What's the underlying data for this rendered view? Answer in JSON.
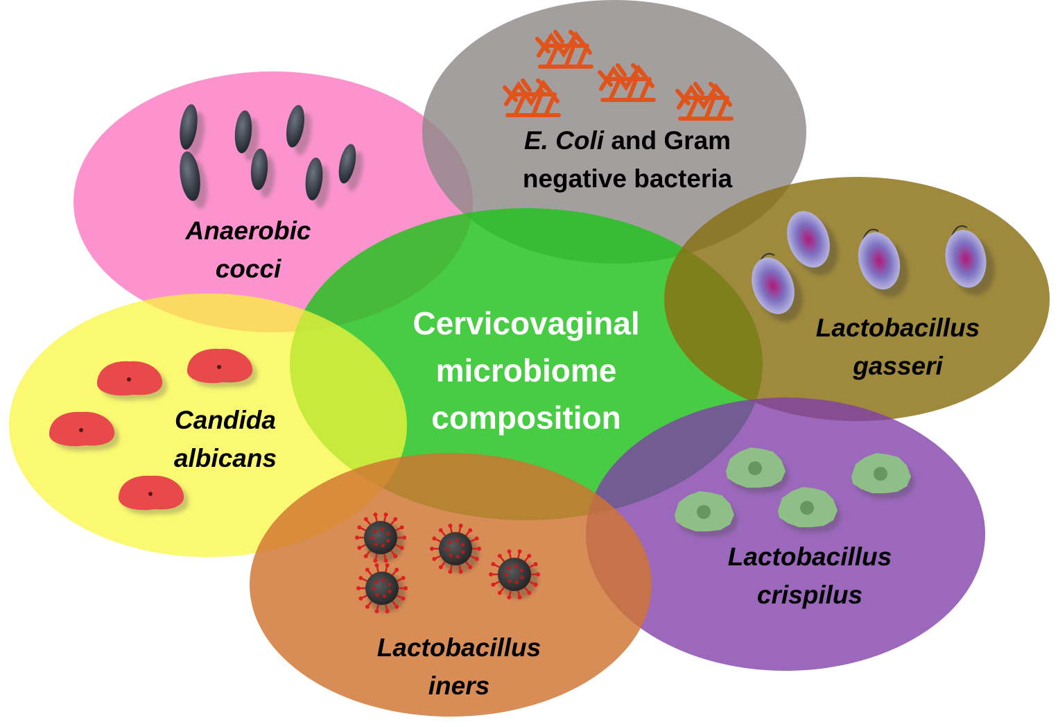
{
  "center": {
    "line1": "Cervicovaginal",
    "line2": "microbiome",
    "line3": "composition",
    "color": "#22c21e"
  },
  "groups": {
    "anaerobic": {
      "line1": "Anaerobic",
      "line2": "cocci",
      "color": "#fb6fbe"
    },
    "ecoli": {
      "italic_part": "E. Coli",
      "line1_rest": " and Gram",
      "line2": "negative bacteria",
      "color": "#8f8a8a"
    },
    "gasseri": {
      "line1": "Lactobacillus",
      "line2": "gasseri",
      "color": "#8a6f12"
    },
    "candida": {
      "line1": "Candida",
      "line2": "albicans",
      "color": "#faf53a"
    },
    "crispilus": {
      "line1": "Lactobacillus",
      "line2": "crispilus",
      "color": "#7f3ea8"
    },
    "iners": {
      "line1": "Lactobacillus",
      "line2": "iners",
      "color": "#d07431"
    }
  }
}
